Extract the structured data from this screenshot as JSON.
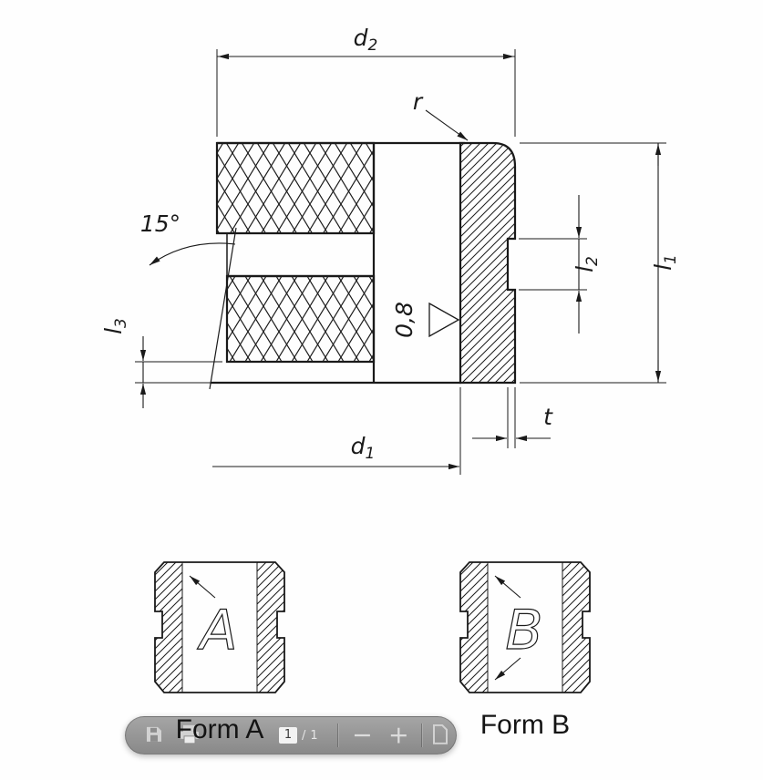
{
  "colors": {
    "line": "#1a1a1a",
    "toolbar_bg": "#8f8f8f"
  },
  "drawing": {
    "dims": {
      "d2": {
        "base": "d",
        "sub": "2"
      },
      "d1": {
        "base": "d",
        "sub": "1"
      },
      "l1": {
        "base": "l",
        "sub": "1"
      },
      "l2": {
        "base": "l",
        "sub": "2"
      },
      "l3": {
        "base": "l",
        "sub": "3"
      },
      "r": "r",
      "t": "t",
      "angle": "15°",
      "roughness": "0,8"
    },
    "forms": {
      "a_letter": "A",
      "b_letter": "B",
      "a_caption": "Form A",
      "b_caption": "Form B"
    }
  },
  "toolbar": {
    "page_current": "1",
    "page_separator": "/",
    "page_total": "1",
    "zoom_out_glyph": "−",
    "zoom_in_glyph": "+",
    "icons": {
      "save": "floppy-disk",
      "print": "printer",
      "zoom_out": "minus",
      "zoom_in": "plus",
      "fit": "page-outline"
    }
  }
}
